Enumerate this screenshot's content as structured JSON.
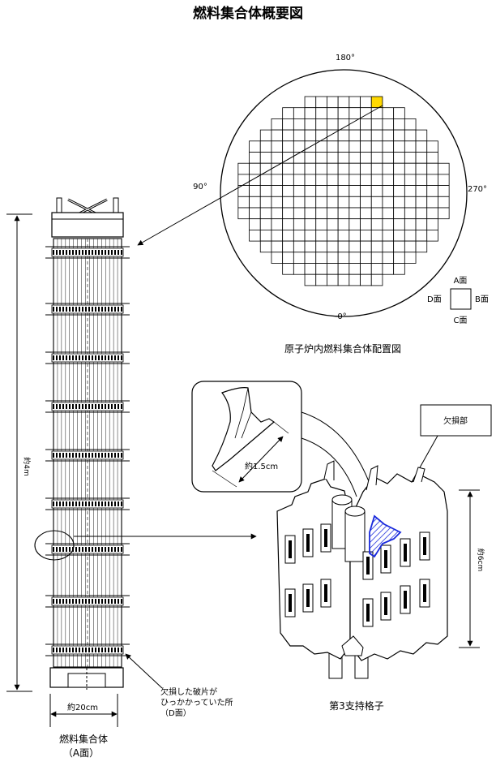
{
  "title": "燃料集合体概要図",
  "core_map": {
    "caption": "原子炉内燃料集合体配置図",
    "angle_top": "180°",
    "angle_left": "90°",
    "angle_right": "270°",
    "angle_bottom": "0°",
    "row_widths": [
      7,
      11,
      13,
      15,
      17,
      17,
      19,
      19,
      19,
      19,
      19,
      17,
      17,
      15,
      13,
      11,
      7
    ],
    "highlight": {
      "row": 0,
      "col": 6
    },
    "highlight_color": "#ffd800"
  },
  "face_legend": {
    "a": "A面",
    "b": "B面",
    "c": "C面",
    "d": "D面"
  },
  "assembly": {
    "height_label": "約4m",
    "width_label": "約20cm",
    "caption_line1": "燃料集合体",
    "caption_line2": "（A面）",
    "debris_note_line1": "欠損した破片が",
    "debris_note_line2": "ひっかかっていた所",
    "debris_note_line3": "（D面）"
  },
  "grid_detail": {
    "damage_label": "欠損部",
    "fragment_size": "約1.5cm",
    "grid_height": "約6cm",
    "caption": "第3支持格子",
    "damage_color": "#1a2adc"
  }
}
